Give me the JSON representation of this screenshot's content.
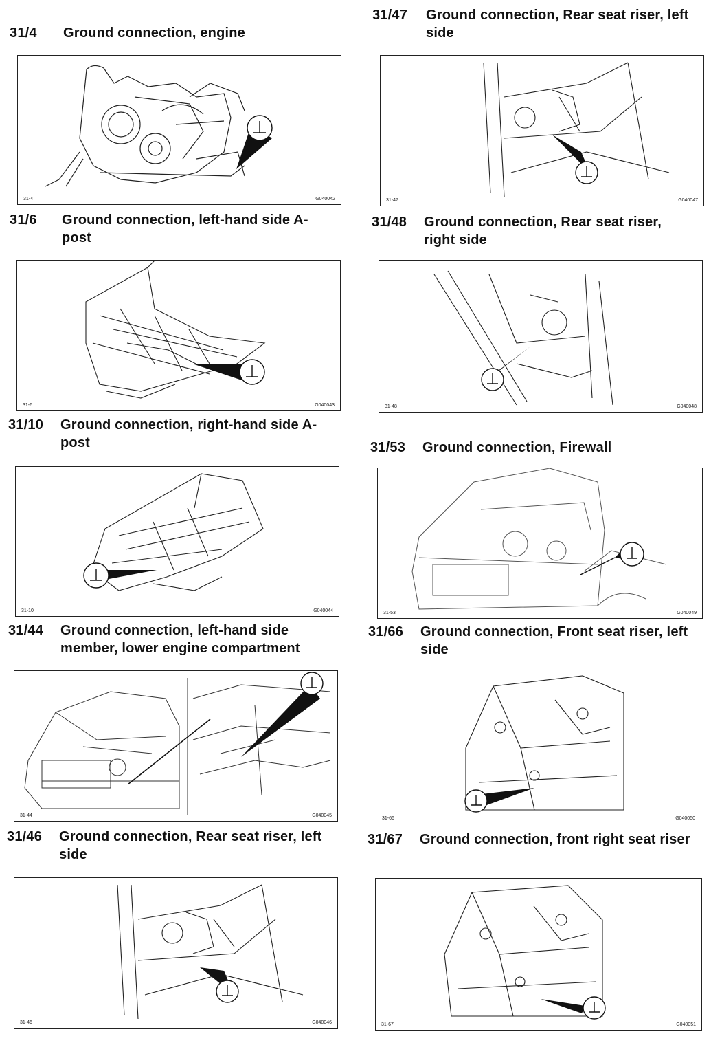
{
  "entries": [
    {
      "number": "31/4",
      "title": "Ground connection, engine",
      "ref": "31-4",
      "code": "G040042"
    },
    {
      "number": "31/6",
      "title": "Ground connection, left-hand side A-post",
      "ref": "31-6",
      "code": "G040043"
    },
    {
      "number": "31/10",
      "title": "Ground connection, right-hand side A-post",
      "ref": "31-10",
      "code": "G040044"
    },
    {
      "number": "31/44",
      "title": "Ground connection, left-hand side member, lower engine compartment",
      "ref": "31-44",
      "code": "G040045"
    },
    {
      "number": "31/46",
      "title": "Ground connection, Rear seat riser, left side",
      "ref": "31-46",
      "code": "G040046"
    },
    {
      "number": "31/47",
      "title": "Ground connection, Rear seat riser, left side",
      "ref": "31-47",
      "code": "G040047"
    },
    {
      "number": "31/48",
      "title": "Ground connection, Rear seat riser, right side",
      "ref": "31-48",
      "code": "G040048"
    },
    {
      "number": "31/53",
      "title": "Ground connection, Firewall",
      "ref": "31-53",
      "code": "G040049"
    },
    {
      "number": "31/66",
      "title": "Ground connection, Front seat riser, left side",
      "ref": "31-66",
      "code": "G040050"
    },
    {
      "number": "31/67",
      "title": "Ground connection, front right seat riser",
      "ref": "31-67",
      "code": "G040051"
    }
  ],
  "icons": {
    "ground": "ground-symbol-icon"
  }
}
